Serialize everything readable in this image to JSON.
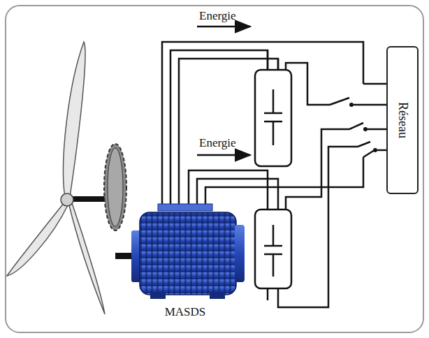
{
  "diagram": {
    "nodes": [
      {
        "text": [
          "Réseau"
        ]
      }
    ],
    "labels": [
      "Energie",
      "Energie",
      "MASDS"
    ]
  }
}
